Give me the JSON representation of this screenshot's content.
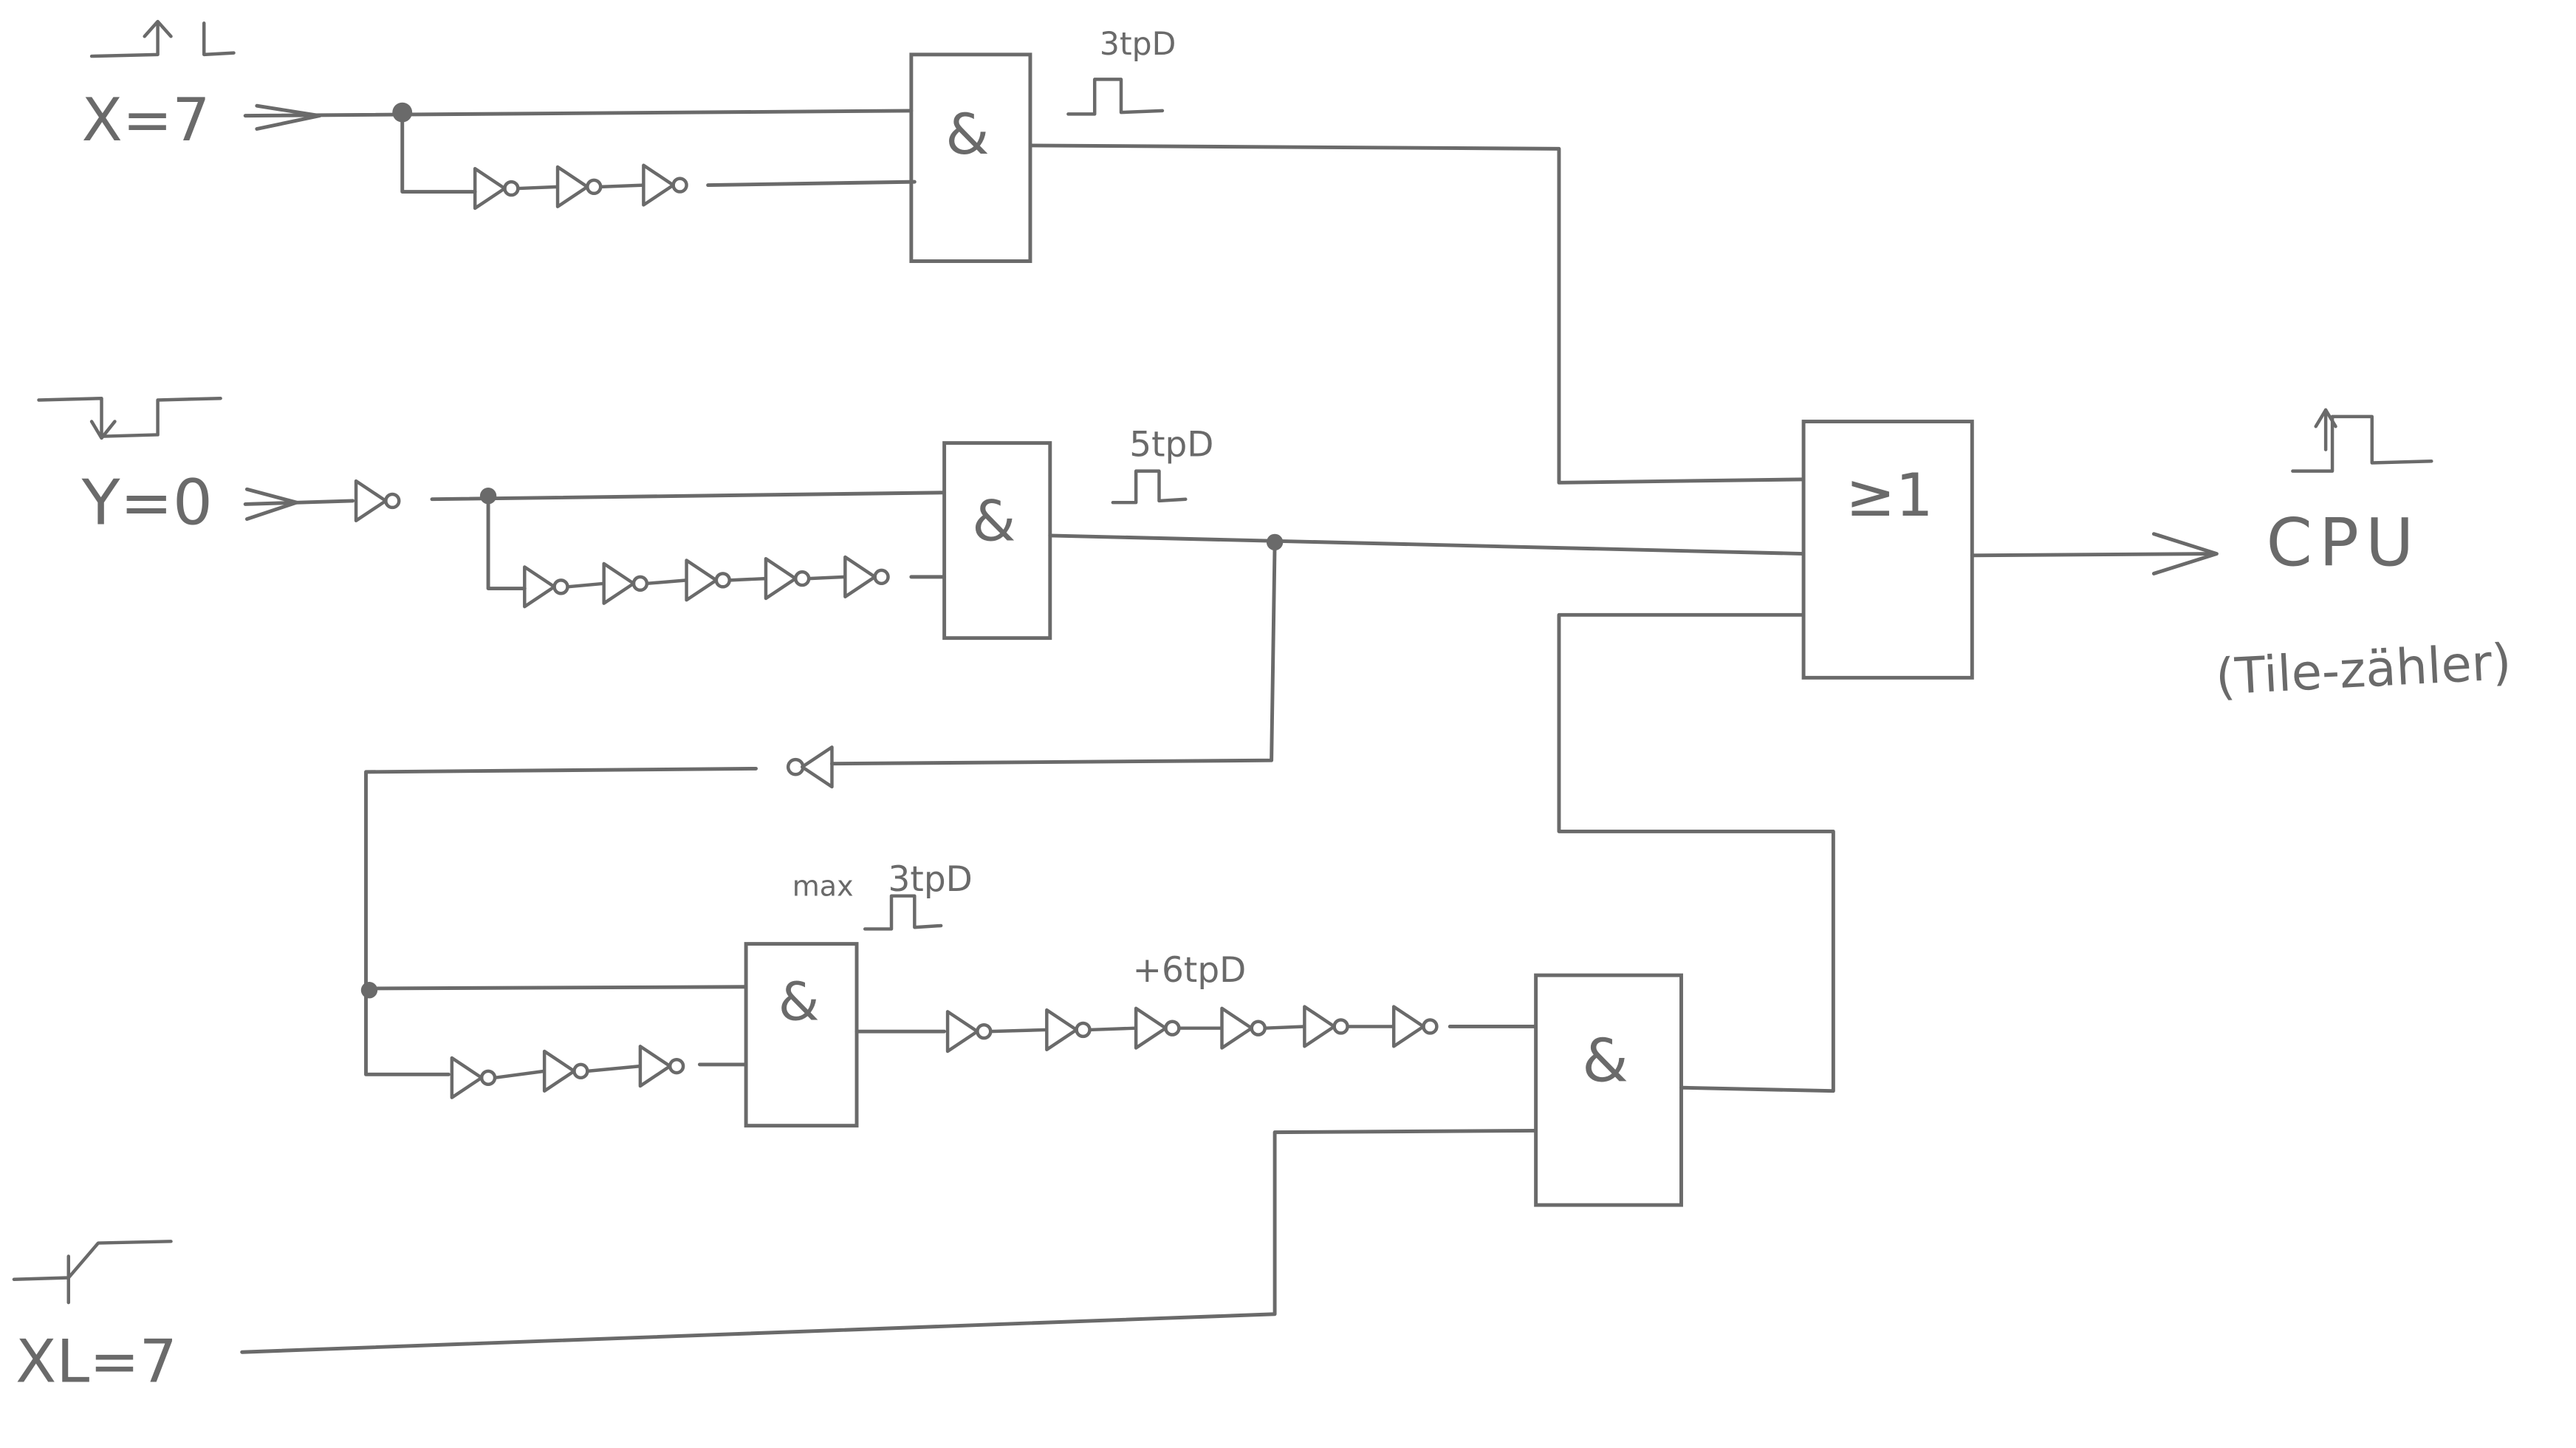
{
  "inputs": {
    "x": "X=7",
    "y": "Y=0",
    "xl": "XL=7"
  },
  "gates": {
    "and_symbol": "&",
    "or_symbol": "≥1"
  },
  "annotations": {
    "pulse_top": "3tpD",
    "pulse_middle": "5tpD",
    "pulse_bottom_prefix": "max",
    "pulse_bottom": "3tpD",
    "delay_chain": "+6tpD"
  },
  "output": {
    "label": "CPU",
    "sublabel": "(Tile-zähler)"
  },
  "colors": {
    "pencil": "#6a6a6a"
  }
}
